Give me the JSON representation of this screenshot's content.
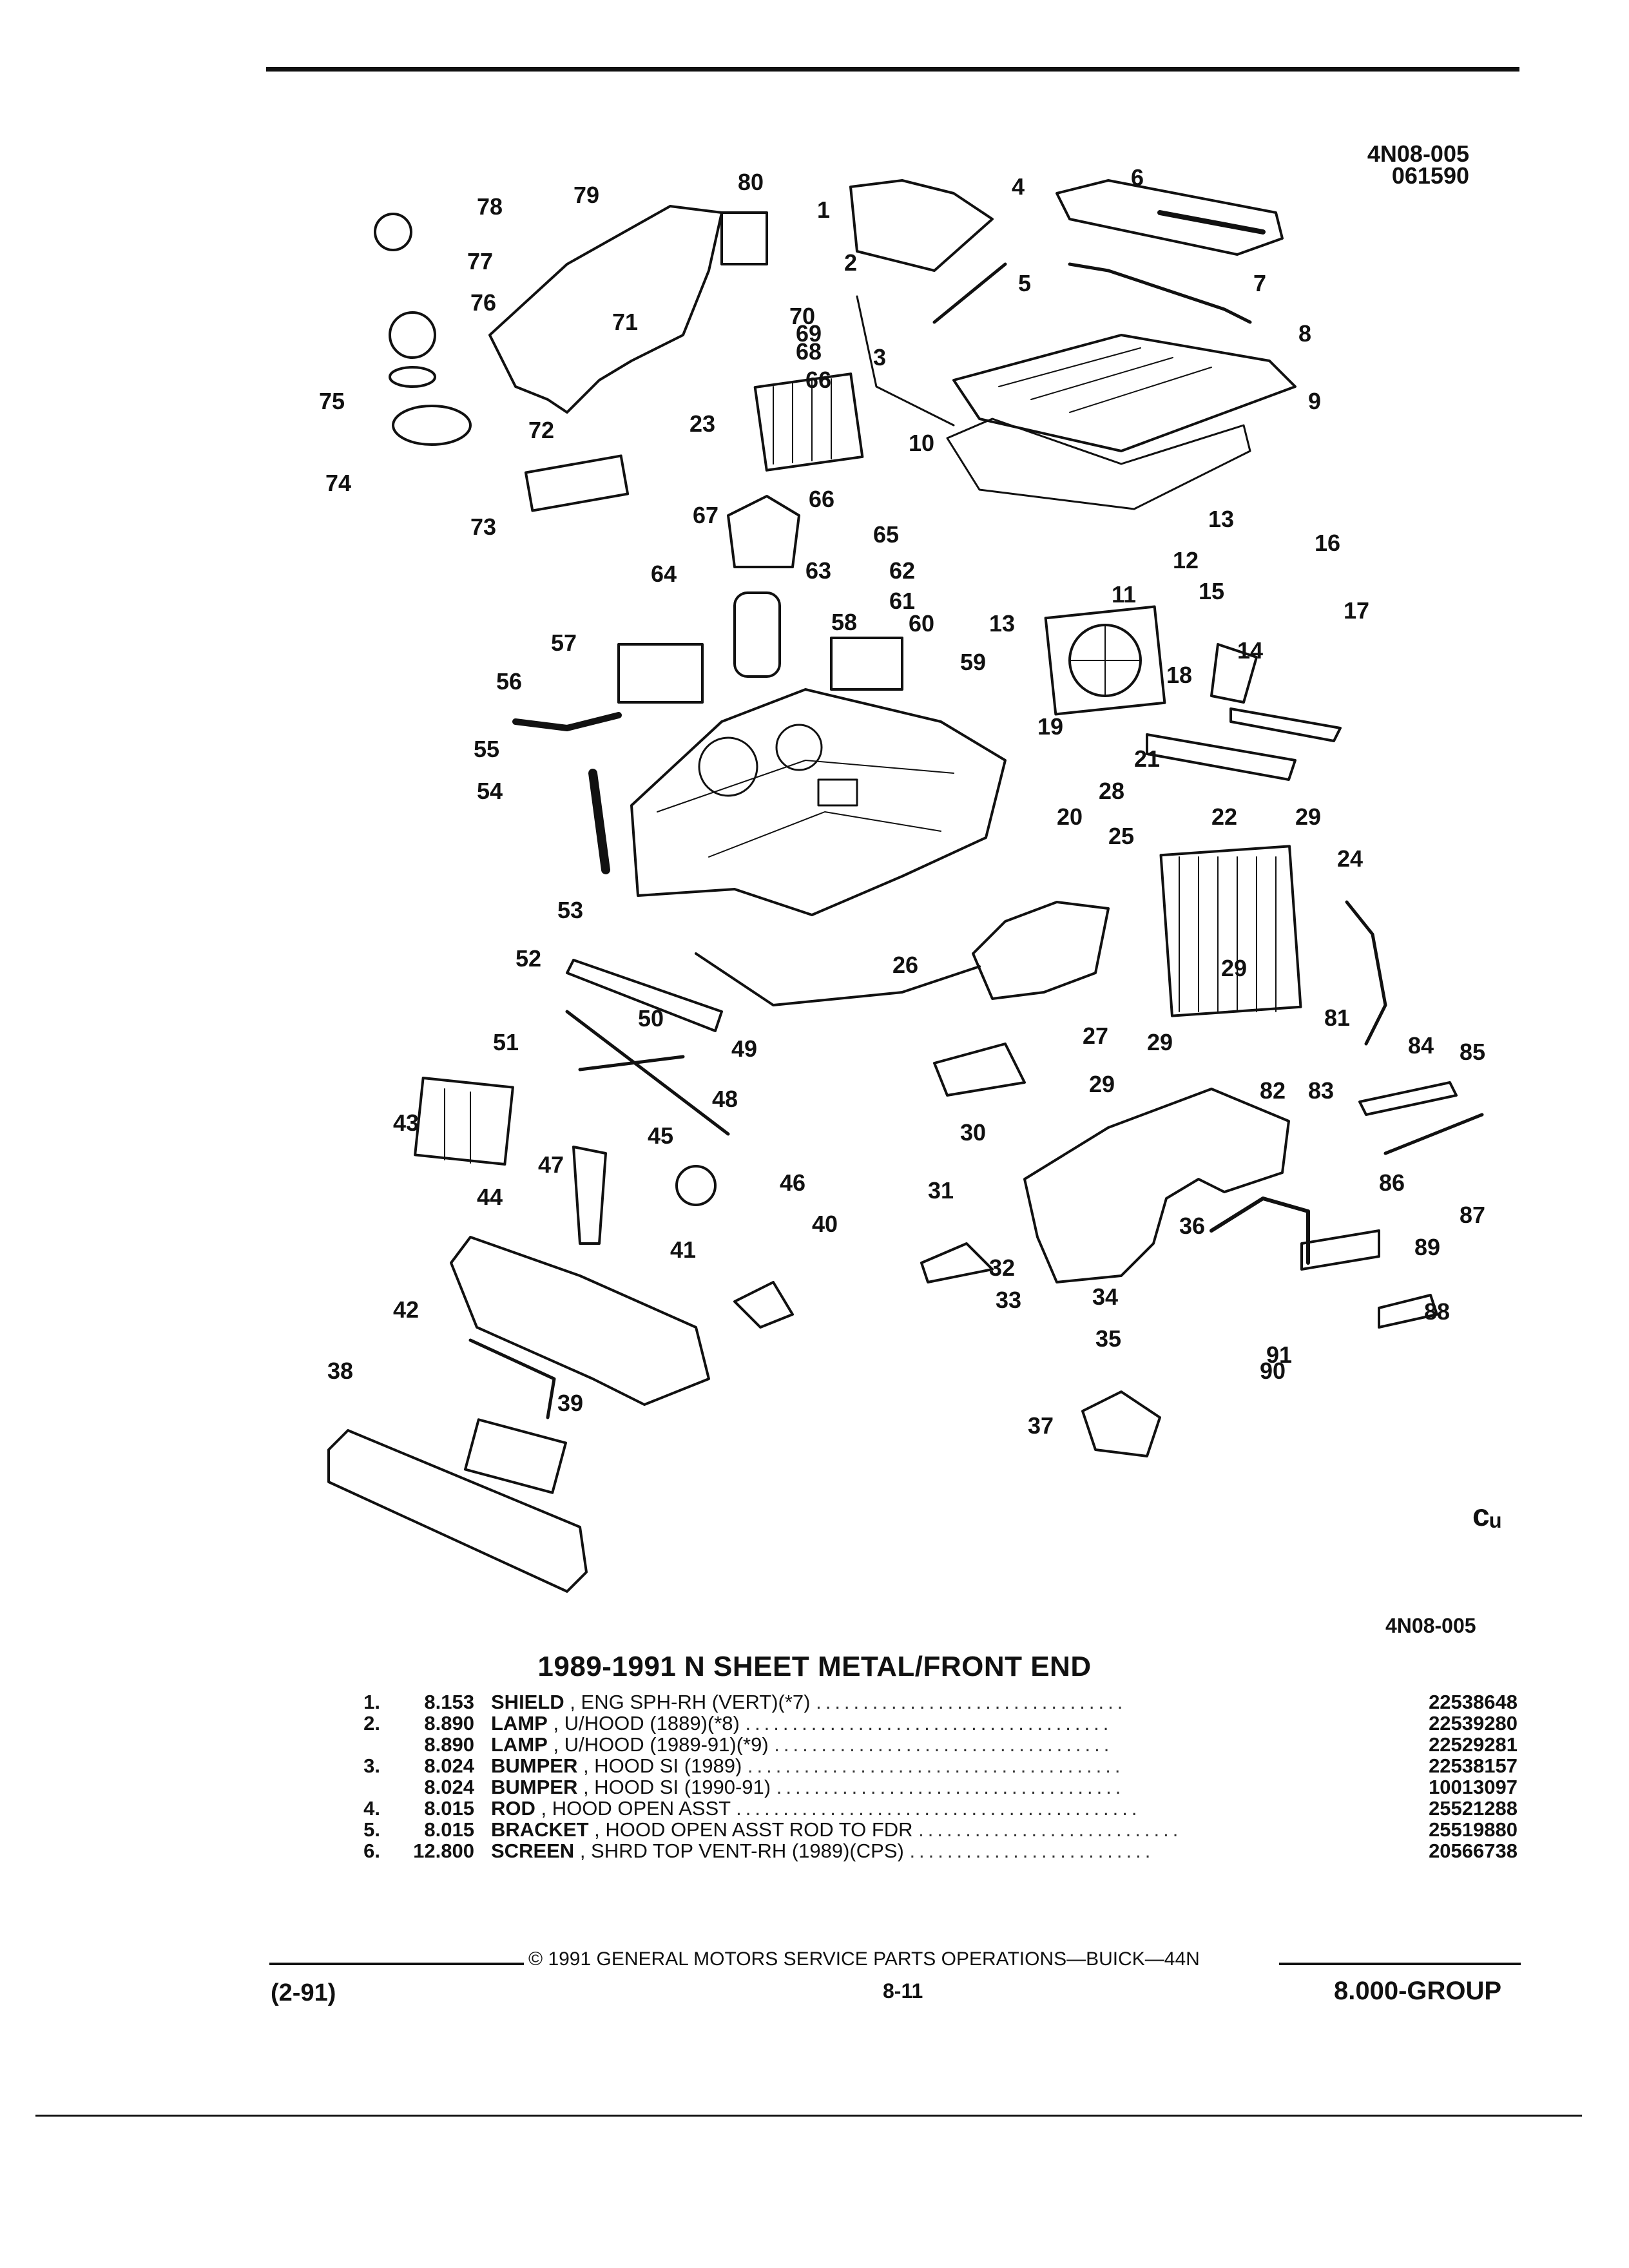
{
  "header": {
    "code_line1": "4N08-005",
    "code_line2": "061590"
  },
  "diagram": {
    "callouts": [
      "1",
      "2",
      "3",
      "4",
      "5",
      "6",
      "7",
      "8",
      "9",
      "10",
      "11",
      "12",
      "13",
      "13",
      "14",
      "15",
      "16",
      "17",
      "18",
      "19",
      "20",
      "21",
      "22",
      "23",
      "24",
      "25",
      "26",
      "27",
      "28",
      "29",
      "29",
      "29",
      "29",
      "30",
      "31",
      "32",
      "33",
      "34",
      "35",
      "36",
      "37",
      "38",
      "39",
      "40",
      "41",
      "42",
      "43",
      "44",
      "45",
      "46",
      "47",
      "48",
      "49",
      "50",
      "51",
      "52",
      "53",
      "54",
      "55",
      "56",
      "57",
      "58",
      "59",
      "60",
      "61",
      "62",
      "63",
      "64",
      "65",
      "66",
      "66",
      "67",
      "68",
      "69",
      "70",
      "71",
      "72",
      "73",
      "74",
      "75",
      "76",
      "77",
      "78",
      "79",
      "80",
      "81",
      "82",
      "83",
      "84",
      "85",
      "86",
      "87",
      "88",
      "89",
      "90",
      "91"
    ],
    "ref_code": "4N08-005",
    "stamp": "cᵤ"
  },
  "title": "1989-1991 N SHEET METAL/FRONT END",
  "parts": [
    {
      "num": "1.",
      "group": "8.153",
      "name": "SHIELD",
      "desc": ", ENG SPH-RH (VERT)(*7)",
      "part": "22538648"
    },
    {
      "num": "2.",
      "group": "8.890",
      "name": "LAMP",
      "desc": ", U/HOOD (1889)(*8)",
      "part": "22539280"
    },
    {
      "num": "",
      "group": "8.890",
      "name": "LAMP",
      "desc": ", U/HOOD (1989-91)(*9)",
      "part": "22529281"
    },
    {
      "num": "3.",
      "group": "8.024",
      "name": "BUMPER",
      "desc": ", HOOD SI (1989)",
      "part": "22538157"
    },
    {
      "num": "",
      "group": "8.024",
      "name": "BUMPER",
      "desc": ", HOOD SI (1990-91)",
      "part": "10013097"
    },
    {
      "num": "4.",
      "group": "8.015",
      "name": "ROD",
      "desc": ", HOOD OPEN ASST",
      "part": "25521288"
    },
    {
      "num": "5.",
      "group": "8.015",
      "name": "BRACKET",
      "desc": ", HOOD OPEN ASST ROD TO FDR",
      "part": "25519880"
    },
    {
      "num": "6.",
      "group": "12.800",
      "name": "SCREEN",
      "desc": ", SHRD TOP VENT-RH (1989)(CPS)",
      "part": "20566738"
    }
  ],
  "footer": {
    "copyright": "©  1991  GENERAL MOTORS SERVICE PARTS OPERATIONS—BUICK—44N",
    "date": "(2-91)",
    "page": "8-11",
    "group": "8.000-GROUP"
  }
}
